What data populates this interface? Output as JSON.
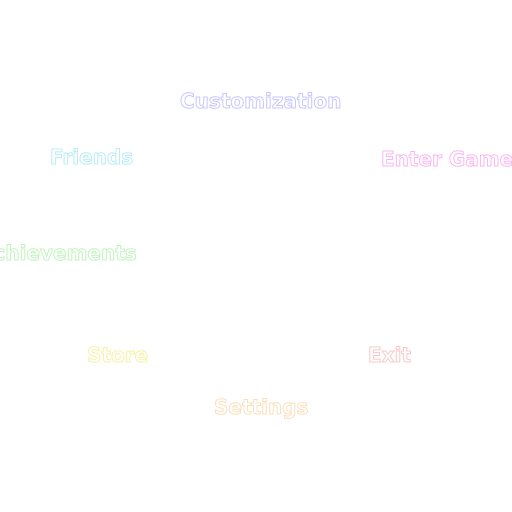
{
  "menu": {
    "customization": {
      "label": "Customization",
      "color": "#c9c7fb"
    },
    "friends": {
      "label": "Friends",
      "color": "#b9ecf7"
    },
    "enter_game": {
      "label": "Enter Game",
      "color": "#f7b8f1"
    },
    "achievements": {
      "label": "Achievements",
      "color": "#c1f3bf"
    },
    "store": {
      "label": "Store",
      "color": "#f6f2a6"
    },
    "exit": {
      "label": "Exit",
      "color": "#f8c9c9"
    },
    "settings": {
      "label": "Settings",
      "color": "#fae0bd"
    }
  }
}
